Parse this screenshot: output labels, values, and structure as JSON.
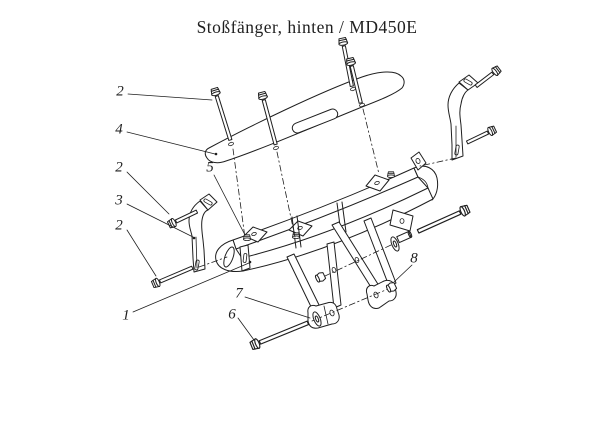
{
  "title": "Stoßfänger, hinten / MD450E",
  "colors": {
    "background": "#ffffff",
    "line": "#1f1f1f"
  },
  "callouts": {
    "c1": {
      "label": "1",
      "points_to": "bumper-frame"
    },
    "c2a": {
      "label": "2",
      "points_to": "plate-flange-bolt"
    },
    "c2b": {
      "label": "2",
      "points_to": "left-bracket-top-bolt"
    },
    "c2c": {
      "label": "2",
      "points_to": "left-bracket-bottom-bolt"
    },
    "c3": {
      "label": "3",
      "points_to": "left-support-bracket"
    },
    "c4": {
      "label": "4",
      "points_to": "top-plate"
    },
    "c5": {
      "label": "5",
      "points_to": "frame-tab-bolt"
    },
    "c6": {
      "label": "6",
      "points_to": "long-carriage-bolt"
    },
    "c7": {
      "label": "7",
      "points_to": "washer"
    },
    "c8": {
      "label": "8",
      "points_to": "flange-nut"
    }
  }
}
